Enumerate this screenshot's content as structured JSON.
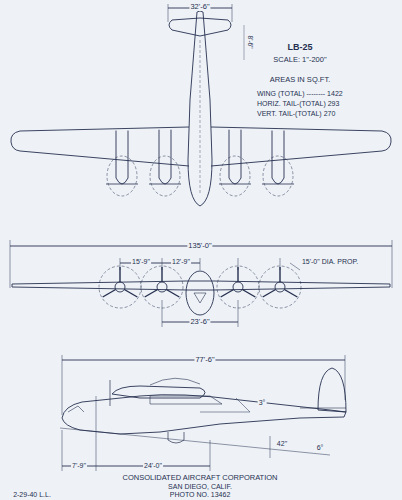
{
  "diagram": {
    "title": "LB-25",
    "labels": [
      "32'-6\"",
      "SCALE: 1\"-200\"",
      "AREAS IN SQ.FT.",
      "WING (TOTAL) -------- 1422",
      "HORIZ. TAIL-(TOTAL)  293",
      "VERT. TAIL-(TOTAL)  270",
      "135'-0\"",
      "15'-9\"",
      "12'-9\"",
      "15'-0\" DIA. PROP.",
      "23'-6\"",
      "77'-6\"",
      "3°",
      "6°",
      "42\"",
      "7'-9\"",
      "24'-0\"",
      "CONSOLIDATED AIRCRAFT CORPORATION",
      "SAN DIEGO, CALIF.",
      "PHOTO NO. 13462",
      "2-29-40 L.L.",
      "8'-6\""
    ]
  }
}
